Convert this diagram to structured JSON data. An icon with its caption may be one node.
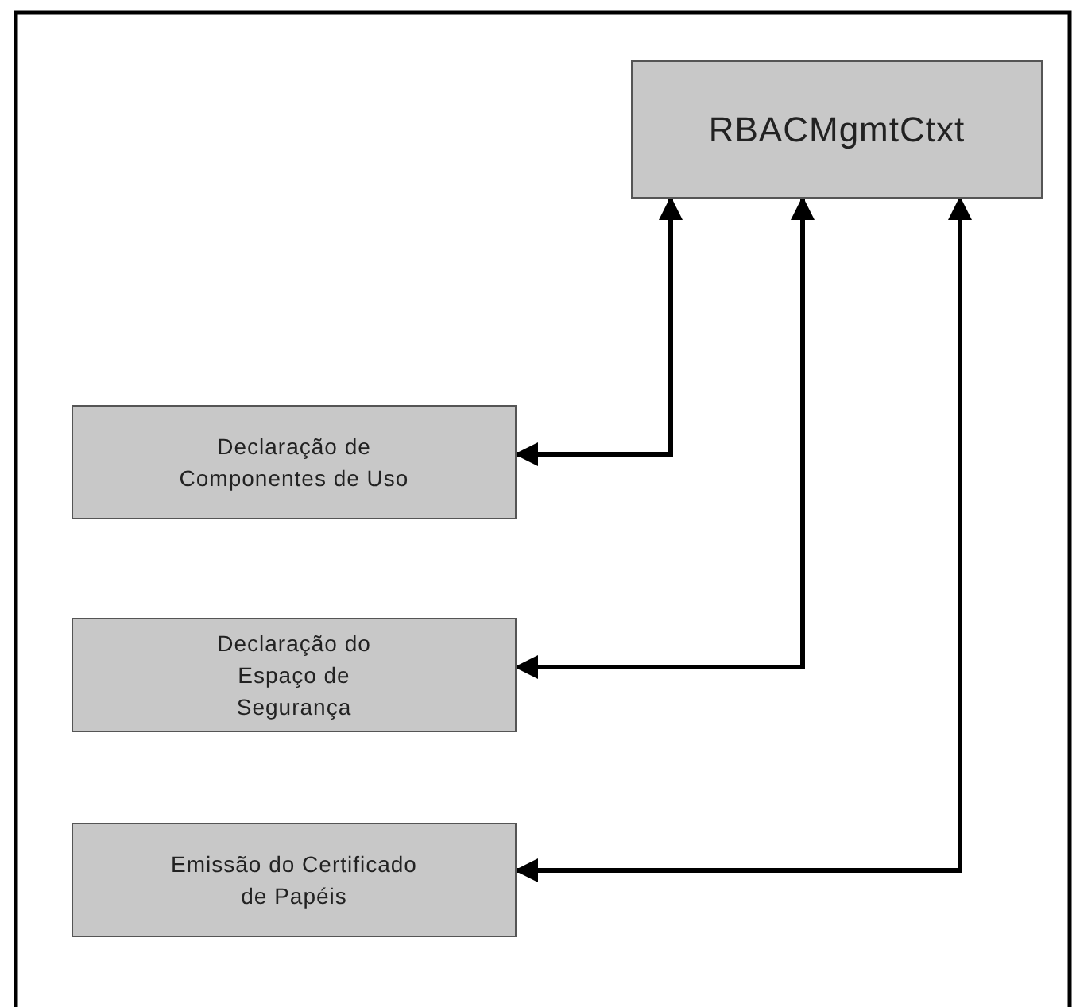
{
  "diagram": {
    "nodes": [
      {
        "text": [
          "RBACMgmtCtxt"
        ]
      },
      {
        "text": [
          "Declaração de Componentes de Uso"
        ]
      },
      {
        "text": [
          "Declaração do Espaço de Segurança"
        ]
      },
      {
        "text": [
          "Emissão do Certificado de Papéis"
        ]
      }
    ],
    "edges": [
      {
        "from": 0,
        "to": 1,
        "arrow": "both"
      },
      {
        "from": 0,
        "to": 2,
        "arrow": "both"
      },
      {
        "from": 0,
        "to": 3,
        "arrow": "both"
      }
    ]
  }
}
